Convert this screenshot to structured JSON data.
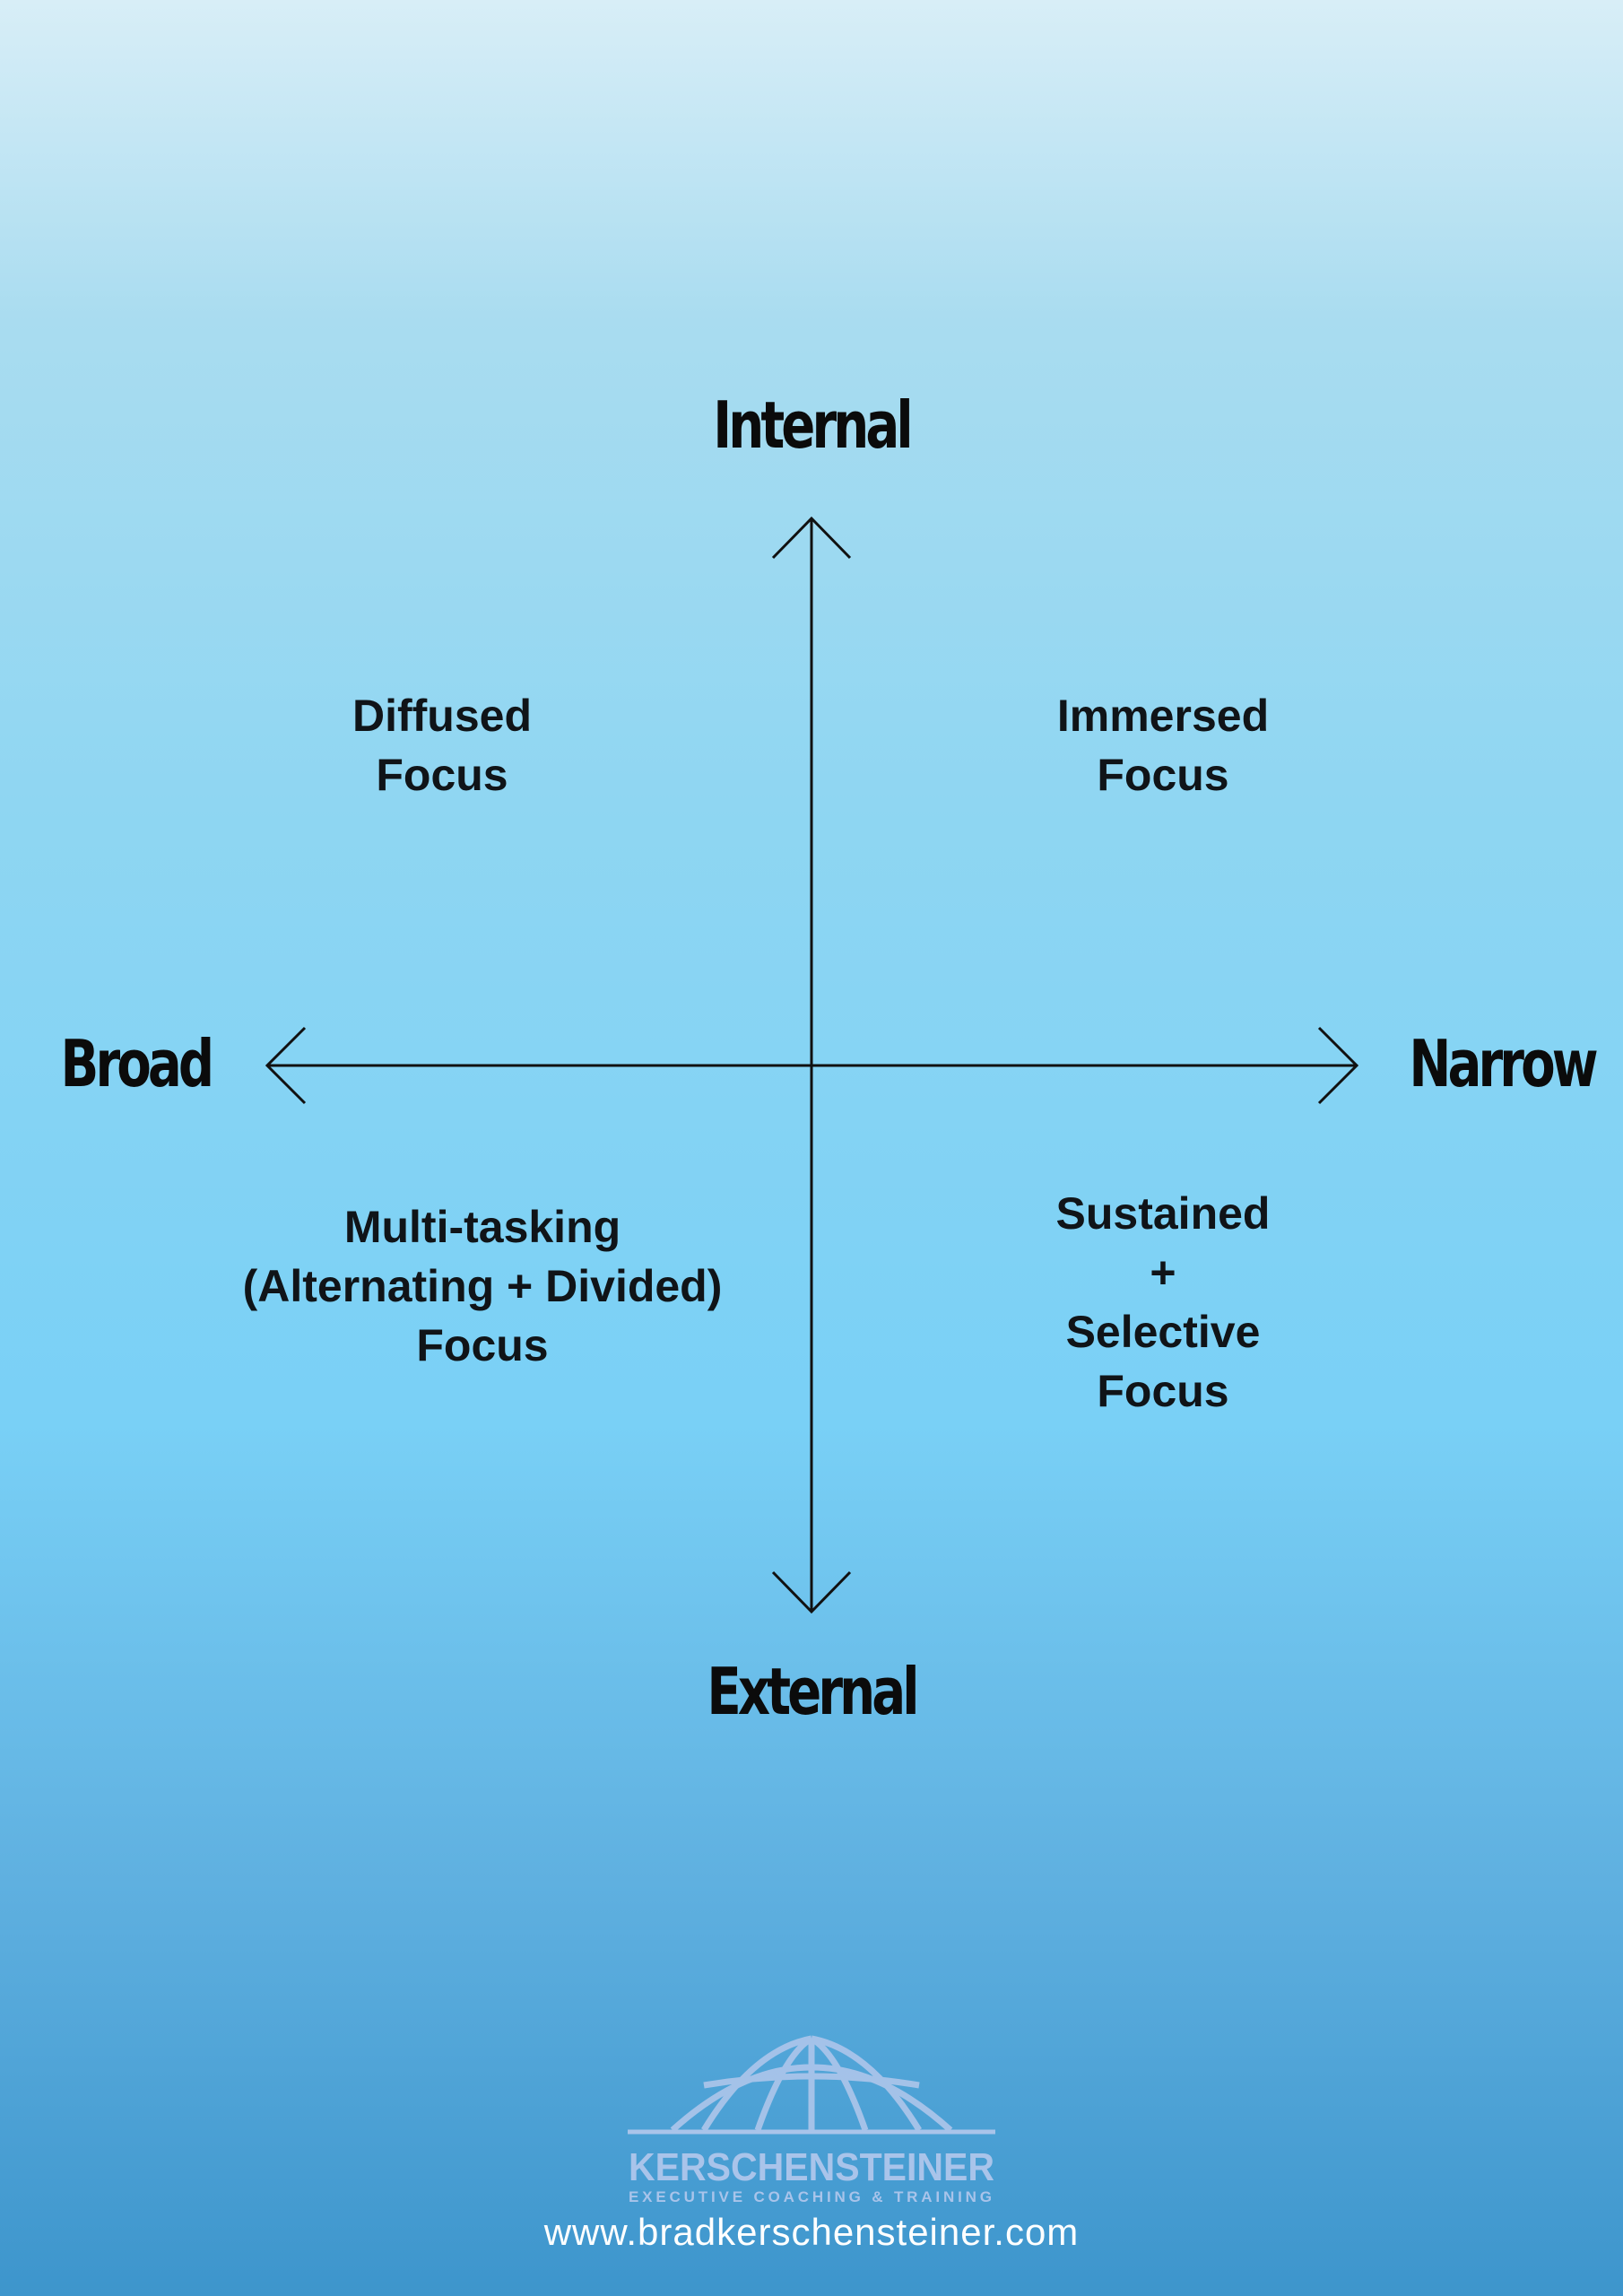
{
  "axes": {
    "top": "Internal",
    "bottom": "External",
    "left": "Broad",
    "right": "Narrow"
  },
  "quadrants": {
    "top_left": [
      "Diffused",
      "Focus"
    ],
    "top_right": [
      "Immersed",
      "Focus"
    ],
    "bottom_left": [
      "Multi-tasking",
      "(Alternating + Divided)",
      "Focus"
    ],
    "bottom_right": [
      "Sustained",
      "+",
      "Selective",
      "Focus"
    ]
  },
  "logo": {
    "name": "KERSCHENSTEINER",
    "tagline": "EXECUTIVE COACHING & TRAINING"
  },
  "footer": {
    "url": "www.bradkerschensteiner.com"
  },
  "colors": {
    "background_top": "#d8eef7",
    "background_bottom": "#3d95cc",
    "axis_line": "#111111",
    "logo": "#a9c4ea"
  }
}
